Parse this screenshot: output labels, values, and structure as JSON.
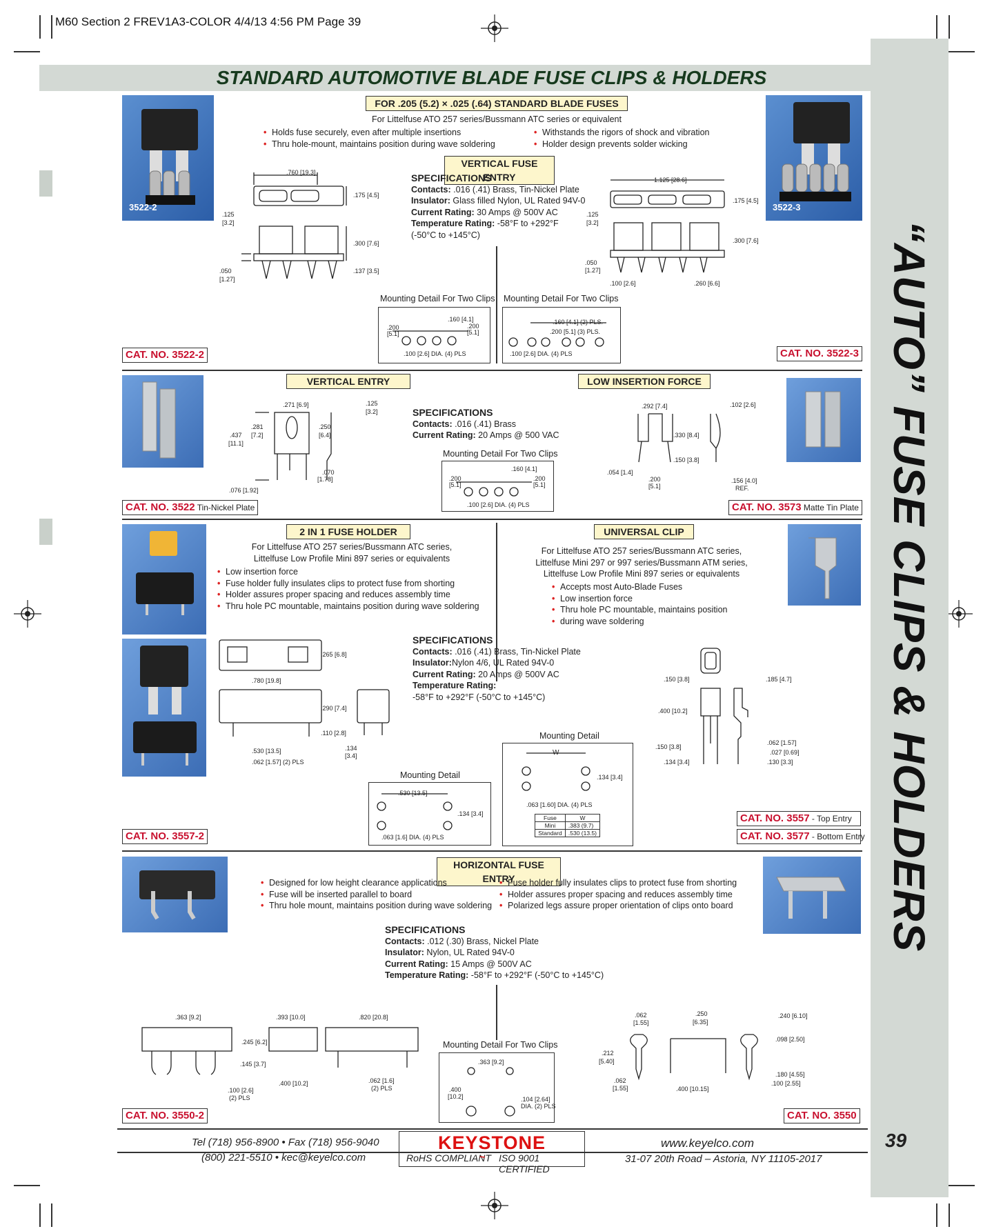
{
  "slug": "M60 Section 2 FREV1A3-COLOR  4/4/13  4:56 PM  Page 39",
  "title": "STANDARD AUTOMOTIVE BLADE FUSE CLIPS & HOLDERS",
  "side_title": "“AUTO” FUSE CLIPS & HOLDERS",
  "page_number": "39",
  "top": {
    "header_label": "FOR .205 (5.2) × .025 (.64) STANDARD BLADE FUSES",
    "subtitle": "For Littelfuse ATO 257 series/Bussmann ATC series or equivalent",
    "bullets_left": [
      "Holds fuse securely, even after multiple insertions",
      "Thru hole-mount, maintains position during wave soldering"
    ],
    "bullets_right": [
      "Withstands the rigors of shock and vibration",
      "Holder design prevents solder wicking"
    ],
    "vertical_label": "VERTICAL FUSE ENTRY",
    "spec_heading": "SPECIFICATIONS",
    "specs": [
      {
        "k": "Contacts:",
        "v": " .016 (.41) Brass, Tin-Nickel Plate"
      },
      {
        "k": "Insulator:",
        "v": " Glass filled Nylon, UL Rated 94V-0"
      },
      {
        "k": "Current Rating:",
        "v": " 30 Amps @ 500V AC"
      },
      {
        "k": "Temperature Rating:",
        "v": " -58°F to +292°F"
      },
      {
        "k": "",
        "v": "(-50°C to +145°C)"
      }
    ],
    "photo_left": "3522-2",
    "photo_right": "3522-3",
    "mount_left": "Mounting Detail For Two Clips",
    "mount_right": "Mounting Detail For Two Clips",
    "cat_left": "CAT. NO. 3522-2",
    "cat_right": "CAT. NO. 3522-3",
    "dims_left": [
      ".760 [19.3]",
      ".175 [4.5]",
      ".125",
      "[3.2]",
      ".300 [7.6]",
      ".050",
      "[1.27]",
      ".137 [3.5]"
    ],
    "dims_right": [
      "1.125 [28.6]",
      ".175 [4.5]",
      ".125",
      "[3.2]",
      ".300 [7.6]",
      ".050",
      "[1.27]",
      ".100 [2.6]",
      ".260 [6.6]"
    ],
    "mdims_left": [
      ".160 [4.1]",
      ".200",
      "[5.1]",
      ".200",
      "[5.1]",
      ".100 [2.6] DIA. (4) PLS"
    ],
    "mdims_right": [
      ".160 [4.1] (2) PLS.",
      ".200 [5.1] (3) PLS.",
      ".100 [2.6] DIA. (4) PLS"
    ]
  },
  "row2": {
    "label_left": "VERTICAL ENTRY",
    "label_right": "LOW INSERTION FORCE",
    "spec_heading": "SPECIFICATIONS",
    "specs": [
      {
        "k": "Contacts:",
        "v": " .016 (.41) Brass"
      },
      {
        "k": "Current Rating:",
        "v": " 20 Amps @ 500 VAC"
      }
    ],
    "mount": "Mounting Detail For Two Clips",
    "cat_left": "CAT. NO. 3522",
    "cat_left_sub": " Tin-Nickel Plate",
    "cat_right": "CAT. NO. 3573",
    "cat_right_sub": " Matte Tin Plate",
    "dims_left": [
      ".271 [6.9]",
      ".125",
      "[3.2]",
      ".281",
      "[7.2]",
      ".437",
      "[11.1]",
      ".250",
      "[6.4]",
      ".070",
      "[1.78]",
      ".076 [1.92]"
    ],
    "dims_right": [
      ".292 [7.4]",
      ".102 [2.6]",
      ".330 [8.4]",
      ".150 [3.8]",
      ".054 [1.4]",
      ".200",
      "[5.1]",
      ".156 [4.0]",
      "REF."
    ],
    "mdims": [
      ".160 [4.1]",
      ".200",
      "[5.1]",
      ".200",
      "[5.1]",
      ".100 [2.6] DIA. (4) PLS"
    ]
  },
  "row3": {
    "label_left": "2 IN 1 FUSE HOLDER",
    "sub_left": [
      "For Littelfuse ATO 257 series/Bussmann ATC series,",
      "Littelfuse Low Profile Mini 897 series or equivalents"
    ],
    "bullets_left": [
      "Low insertion force",
      "Fuse holder fully insulates clips to protect fuse from shorting",
      "Holder assures proper spacing and reduces assembly time",
      "Thru hole PC mountable, maintains position during wave soldering"
    ],
    "label_right": "UNIVERSAL CLIP",
    "sub_right": [
      "For Littelfuse ATO 257 series/Bussmann ATC series,",
      "Littelfuse Mini 297 or 997 series/Bussmann ATM series,",
      "Littelfuse Low Profile Mini 897 series or equivalents"
    ],
    "bullets_right": [
      "Accepts most Auto-Blade Fuses",
      "Low insertion force",
      "Thru hole PC mountable, maintains position",
      "during wave soldering"
    ],
    "spec_heading": "SPECIFICATIONS",
    "specs": [
      {
        "k": "Contacts:",
        "v": " .016 (.41) Brass, Tin-Nickel Plate"
      },
      {
        "k": "Insulator:",
        "v": "Nylon 4/6, UL Rated 94V-0"
      },
      {
        "k": "Current Rating:",
        "v": " 20 Amps @ 500V AC"
      },
      {
        "k": "Temperature Rating:",
        "v": ""
      },
      {
        "k": "",
        "v": "-58°F to +292°F (-50°C to +145°C)"
      }
    ],
    "mount_left": "Mounting Detail",
    "mount_right": "Mounting Detail",
    "table_headers": [
      "Fuse",
      "W"
    ],
    "table_rows": [
      [
        "Mini",
        ".383 (9.7)"
      ],
      [
        "Standard",
        ".530 (13.5)"
      ]
    ],
    "cat_left": "CAT. NO. 3557-2",
    "cat_right_1": "CAT. NO. 3557",
    "cat_right_1_sub": " - Top Entry",
    "cat_right_2": "CAT. NO. 3577",
    "cat_right_2_sub": " - Bottom Entry",
    "dims_left": [
      ".265 [6.8]",
      ".780 [19.8]",
      ".290 [7.4]",
      ".110 [2.8]",
      ".530 [13.5]",
      ".134",
      "[3.4]",
      ".062 [1.57] (2) PLS"
    ],
    "mdims_left": [
      ".530 [13.5]",
      ".134 [3.4]",
      ".063 [1.6] DIA. (4) PLS"
    ],
    "dims_right": [
      ".150 [3.8]",
      ".185 [4.7]",
      ".400 [10.2]",
      ".150 [3.8]",
      ".134 [3.4]",
      ".062 [1.57]",
      ".027 [0.69]",
      ".130 [3.3]"
    ],
    "mdims_right": [
      "W",
      ".134 [3.4]",
      ".063 [1.60] DIA. (4) PLS"
    ]
  },
  "row4": {
    "label": "HORIZONTAL FUSE ENTRY",
    "bullets_left": [
      "Designed for low height clearance applications",
      "Fuse will be inserted parallel to board",
      "Thru hole mount, maintains position during wave soldering"
    ],
    "bullets_right": [
      "Fuse holder fully insulates clips to protect fuse from shorting",
      "Holder assures proper spacing and reduces assembly time",
      "Polarized legs assure proper orientation of clips onto board"
    ],
    "spec_heading": "SPECIFICATIONS",
    "specs": [
      {
        "k": "Contacts:",
        "v": " .012 (.30) Brass, Nickel Plate"
      },
      {
        "k": "Insulator:",
        "v": " Nylon, UL Rated 94V-0"
      },
      {
        "k": "Current Rating:",
        "v": " 15 Amps @ 500V AC"
      },
      {
        "k": "Temperature Rating:",
        "v": " -58°F to +292°F (-50°C to +145°C)"
      }
    ],
    "mount": "Mounting Detail For Two Clips",
    "cat_left": "CAT. NO. 3550-2",
    "cat_right": "CAT. NO. 3550",
    "dims_left": [
      ".363 [9.2]",
      ".393 [10.0]",
      ".820 [20.8]",
      ".245 [6.2]",
      ".145 [3.7]",
      ".100 [2.6]",
      "(2) PLS",
      ".400 [10.2]",
      ".062 [1.6]",
      "(2) PLS"
    ],
    "mdims": [
      ".363 [9.2]",
      ".400",
      "[10.2]",
      ".104 [2.64]",
      "DIA. (2) PLS"
    ],
    "dims_right": [
      ".062",
      "[1.55]",
      ".250",
      "[6.35]",
      ".240 [6.10]",
      ".098 [2.50]",
      ".212",
      "[5.40]",
      ".062",
      "[1.55]",
      ".400 [10.15]",
      ".180 [4.55]",
      ".100 [2.55]"
    ]
  },
  "footer": {
    "tel": "Tel (718) 956-8900  •  Fax (718) 956-9040",
    "phone2": "(800) 221-5510  •  kec@keyelco.com",
    "logo": "KEYSTONE",
    "rohs": "RoHS COMPLIANT",
    "iso": "ISO 9001 CERTIFIED",
    "web": "www.keyelco.com",
    "address": "31-07 20th Road – Astoria, NY 11105-2017"
  }
}
